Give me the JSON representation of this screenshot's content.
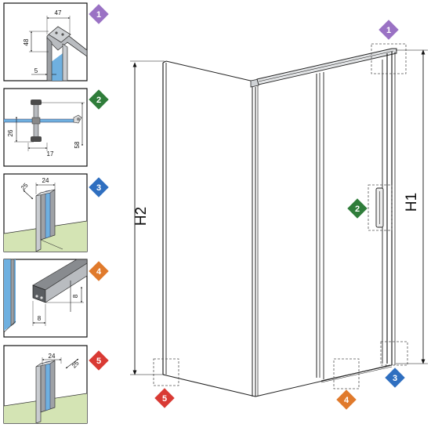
{
  "colors": {
    "badge_1": "#9a72c4",
    "badge_2": "#2f7d3a",
    "badge_3": "#2f6fc0",
    "badge_4": "#e07a2c",
    "badge_5": "#d93a34",
    "glass": "#6fb0e0",
    "floor": "#d4e4b4"
  },
  "details": [
    {
      "number": "1",
      "dims": [
        "47",
        "48",
        "5"
      ]
    },
    {
      "number": "2",
      "dims": [
        "26",
        "17",
        "58"
      ]
    },
    {
      "number": "3",
      "dims": [
        "25",
        "24"
      ]
    },
    {
      "number": "4",
      "dims": [
        "8",
        "8"
      ]
    },
    {
      "number": "5",
      "dims": [
        "24",
        "25"
      ]
    }
  ],
  "main": {
    "h1_label": "H1",
    "h2_label": "H2",
    "markers": [
      "1",
      "2",
      "3",
      "4",
      "5"
    ]
  }
}
